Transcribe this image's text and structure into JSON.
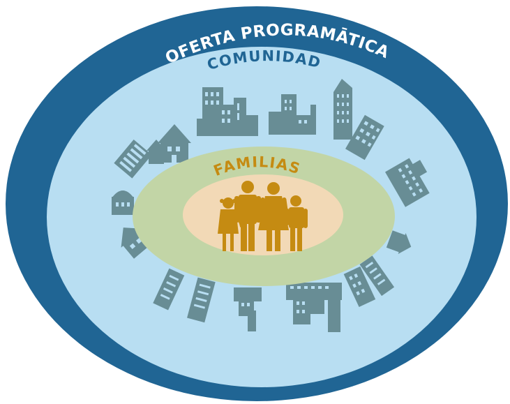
{
  "outer_label": "OFERTA PROGRAMĀTICA",
  "community_label": "COMUNIDAD",
  "family_label": "FAMILIAS",
  "colors": {
    "outer_ring": "#206594",
    "community_fill": "#b8def2",
    "family_fill": "#c2d5a6",
    "core_fill": "#f2d9b6",
    "people": "#c58b12",
    "buildings": "#688d95",
    "community_text": "#206594",
    "outer_text": "#ffffff",
    "family_text": "#c58b12"
  },
  "icons": {
    "buildings": "city-building-icons",
    "family": "family-group-icon"
  }
}
